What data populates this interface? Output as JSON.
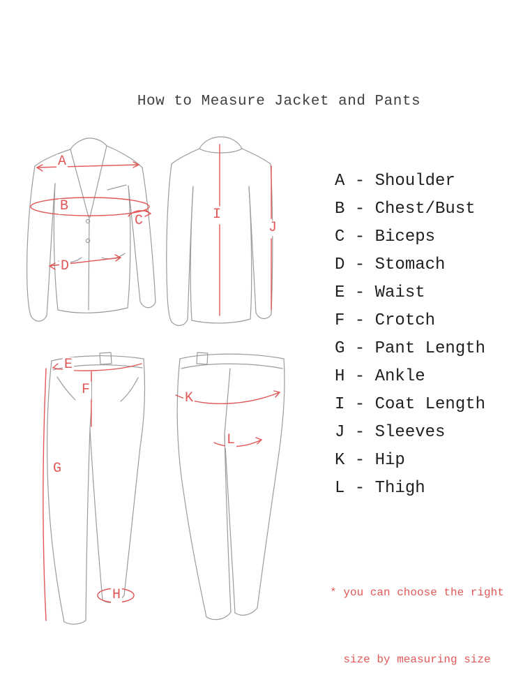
{
  "page": {
    "title": "How to Measure Jacket and Pants"
  },
  "colors": {
    "background": "#ffffff",
    "outline": "#9b9b9b",
    "measure": "#e25757",
    "title_text": "#3f3f3f",
    "legend_text": "#1f1f1f"
  },
  "markers": {
    "A": "A",
    "B": "B",
    "C": "C",
    "D": "D",
    "E": "E",
    "F": "F",
    "G": "G",
    "H": "H",
    "I": "I",
    "J": "J",
    "K": "K",
    "L": "L"
  },
  "legend": {
    "items": [
      {
        "key": "A",
        "name": "Shoulder",
        "text": "A - Shoulder"
      },
      {
        "key": "B",
        "name": "Chest/Bust",
        "text": "B - Chest/Bust"
      },
      {
        "key": "C",
        "name": "Biceps",
        "text": "C - Biceps"
      },
      {
        "key": "D",
        "name": "Stomach",
        "text": "D - Stomach"
      },
      {
        "key": "E",
        "name": "Waist",
        "text": "E - Waist"
      },
      {
        "key": "F",
        "name": "Crotch",
        "text": "F - Crotch"
      },
      {
        "key": "G",
        "name": "Pant Length",
        "text": "G - Pant Length"
      },
      {
        "key": "H",
        "name": "Ankle",
        "text": "H - Ankle"
      },
      {
        "key": "I",
        "name": "Coat Length",
        "text": "I - Coat Length"
      },
      {
        "key": "J",
        "name": "Sleeves",
        "text": "J - Sleeves"
      },
      {
        "key": "K",
        "name": "Hip",
        "text": "K - Hip"
      },
      {
        "key": "L",
        "name": "Thigh",
        "text": "L - Thigh"
      }
    ]
  },
  "note": {
    "line1": "* you can choose the right",
    "line2": "size by measuring size"
  }
}
